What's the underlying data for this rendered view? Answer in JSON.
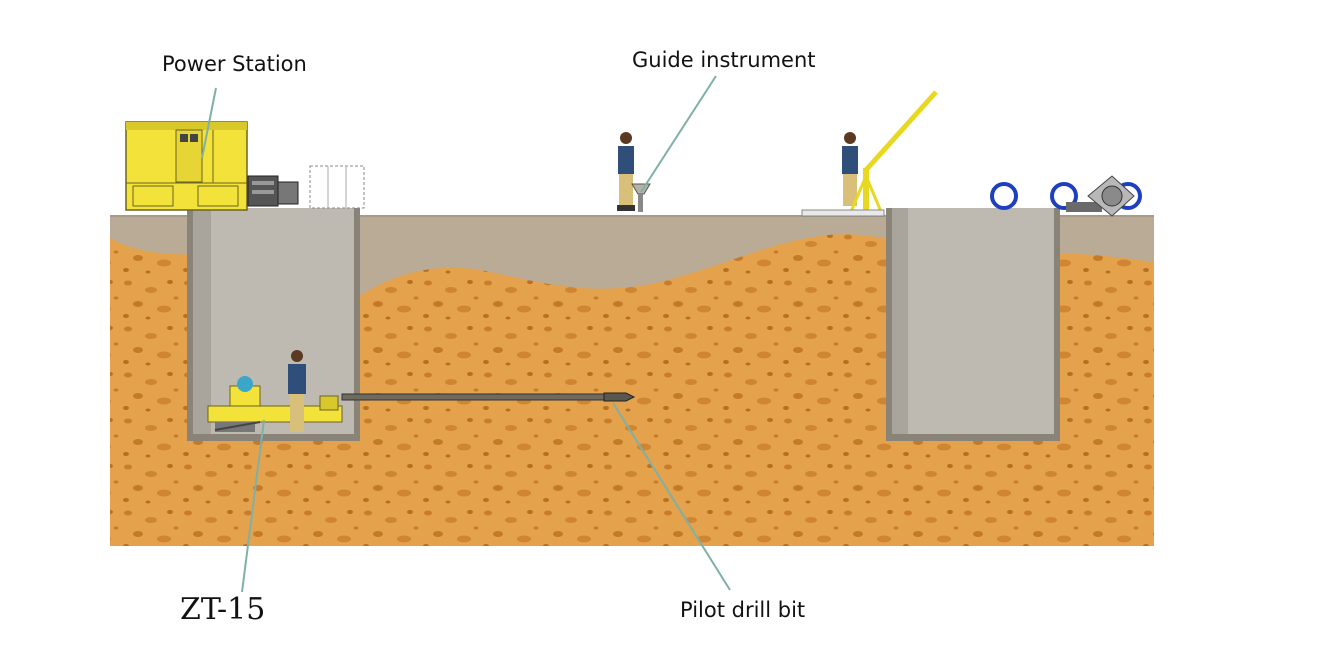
{
  "labels": {
    "power_station": "Power Station",
    "guide_instrument": "Guide instrument",
    "pilot_drill_bit": "Pilot drill bit",
    "machine_model": "ZT-15"
  },
  "colors": {
    "soil": "#e4a24c",
    "soil_pits": "#c97d2a",
    "topsoil": "#b9ab96",
    "pit_wall": "#8a8478",
    "pit_inner": "#bebab2",
    "machine_yellow": "#f2e23a",
    "leader_line": "#7fb0a6",
    "worker_blue": "#2f4f7a",
    "ring_blue": "#1e3fc0"
  }
}
